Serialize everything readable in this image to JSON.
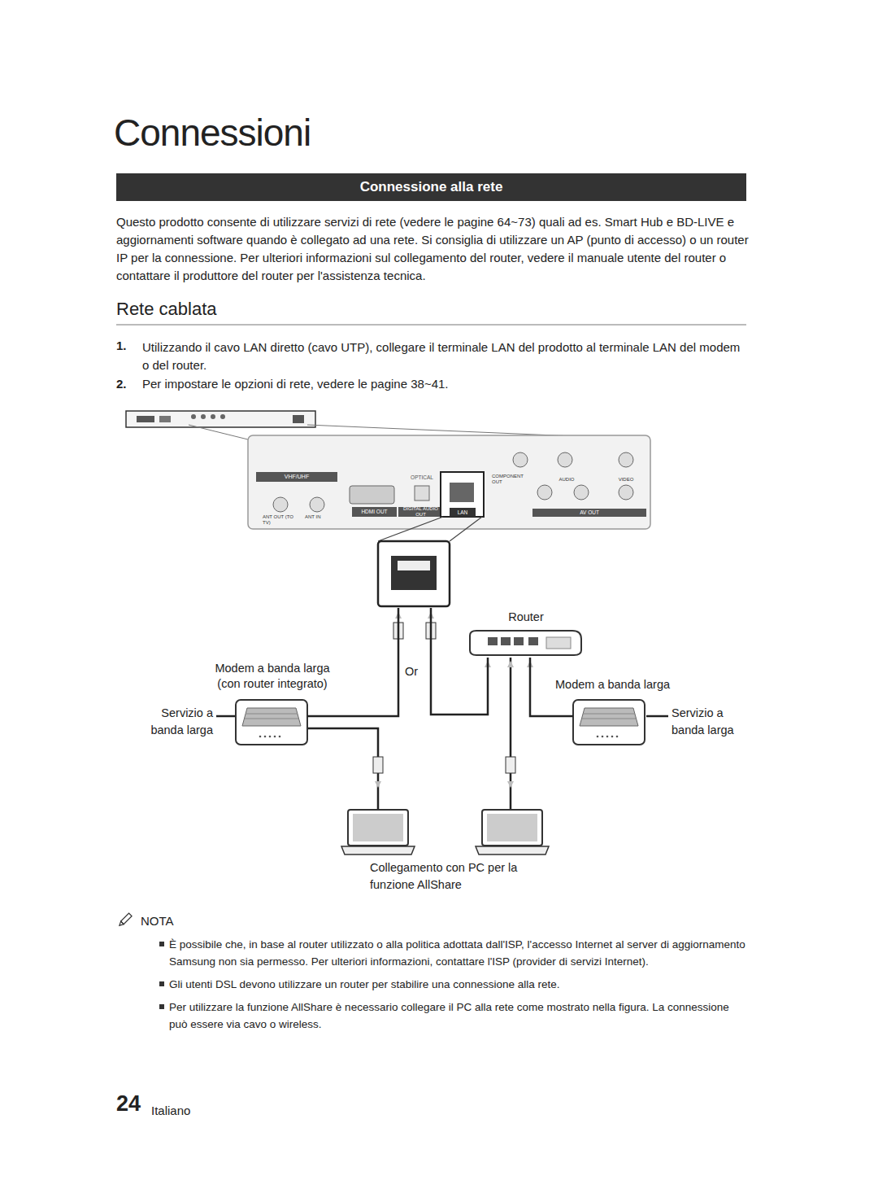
{
  "diagram": {
    "title": "Connessioni",
    "nodes": [
      {
        "text": [
          "Connessione alla rete"
        ]
      },
      {
        "text": [
          "VHF/UHF",
          "ANT OUT (TO TV)",
          "ANT IN",
          "HDMI OUT",
          "OPTICAL",
          "DIGITAL AUDIO OUT",
          "LAN",
          "COMPONENT OUT",
          "AUDIO",
          "VIDEO",
          "AV OUT"
        ]
      },
      {
        "text": [
          "Modem a banda larga (con router integrato)"
        ]
      },
      {
        "text": [
          "Router"
        ]
      },
      {
        "text": [
          "Modem a banda larga"
        ]
      }
    ],
    "edges": [
      {
        "from": 1,
        "to": 2,
        "arrow": "none"
      },
      {
        "from": 1,
        "to": 3,
        "arrow": "none"
      },
      {
        "from": 3,
        "to": 4,
        "arrow": "none"
      }
    ],
    "labels": [
      "Questo prodotto consente di utilizzare servizi di rete (vedere le pagine 64~73) quali ad es. Smart Hub e BD-LIVE e aggiornamenti software quando è collegato ad una rete. Si consiglia di utilizzare un AP (punto di accesso) o un router IP per la connessione. Per ulteriori informazioni sul collegamento del router, vedere il manuale utente del router o contattare il produttore del router per l'assistenza tecnica.",
      "Rete cablata",
      "1.",
      "Utilizzando il cavo LAN diretto (cavo UTP), collegare il terminale LAN del prodotto al terminale LAN del modem o del router.",
      "2.",
      "Per impostare le opzioni di rete, vedere le pagine 38~41.",
      "Or",
      "Servizio a banda larga",
      "Servizio a banda larga",
      "Collegamento con PC per la funzione AllShare",
      "NOTA",
      "È possibile che, in base al router utilizzato o alla politica adottata dall'ISP, l'accesso Internet al server di aggiornamento Samsung non sia permesso. Per ulteriori informazioni, contattare l'ISP (provider di servizi Internet).",
      "Gli utenti DSL devono utilizzare un router per stabilire una connessione alla rete.",
      "Per utilizzare la funzione AllShare è necessario collegare il PC alla rete come mostrato nella figura. La connessione può essere via cavo o wireless.",
      "24",
      "Italiano"
    ]
  }
}
